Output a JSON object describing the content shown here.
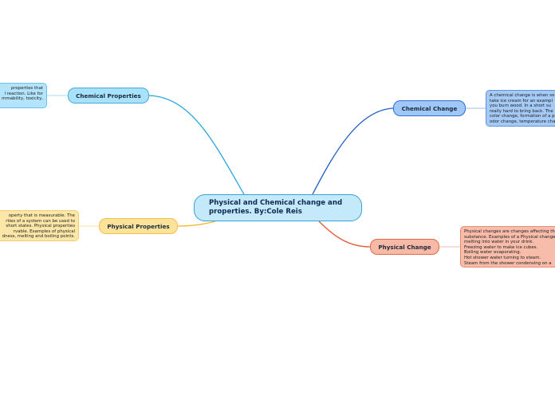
{
  "mindmap": {
    "root": {
      "label": "Physical and Chemical change and properties. By:Cole Reis"
    },
    "branches": {
      "chemical_properties": {
        "label": "Chemical Properties",
        "color": "#29a8dc",
        "note": "properties that\nl reaction. Like for\nmmability, toxicity,"
      },
      "physical_properties": {
        "label": "Physical Properties",
        "color": "#f2b62c",
        "note": "operty that is measurable. The\nrties of a system can be used to\nshort states. Physical properties\nrvable. Examples of physical\ndness, melting and boiling points."
      },
      "chemical_change": {
        "label": "Chemical Change",
        "color": "#1f5fc4",
        "note": "A chemical change is when so\ntake ice cream for an exampl\nyou burn wood. In a short su\nreally hard to bring back. The\ncolor change, formation of a p\nodor change, temperature cha"
      },
      "physical_change": {
        "label": "Physical Change",
        "color": "#e25a34",
        "note": "Physical changes are changes affecting th\nsubstance. Examples of a Physical change\nmelting into water in your drink.\nFreezing water to make ice cubes.\nBoiling water evaporating.\nHot shower water turning to steam.\nSteam from the shower condensing on a"
      }
    }
  }
}
